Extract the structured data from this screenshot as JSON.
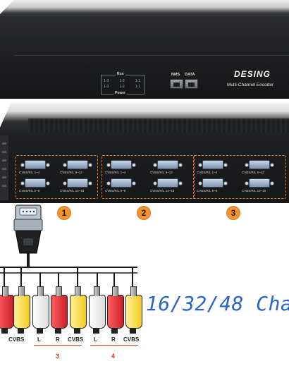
{
  "front_panel": {
    "run_label": "Run",
    "power_label": "Power",
    "leds_row1": [
      "1-3",
      "1-2",
      "1-1"
    ],
    "leds_row2": [
      "1-3",
      "1-2",
      "1-1"
    ],
    "nms_label": "NMS",
    "data_label": "DATA",
    "brand": "DESING",
    "product_name": "Multi-Channel Encoder"
  },
  "rear_panel": {
    "cards": [
      {
        "number": "1",
        "ports": [
          "CVBS/R/L 1~4",
          "CVBS/R/L 9~12",
          "CVBS/R/L 5~8",
          "CVBS/R/L 13~16"
        ]
      },
      {
        "number": "2",
        "ports": [
          "CVBS/R/L 1~4",
          "CVBS/R/L 9~12",
          "CVBS/R/L 5~8",
          "CVBS/R/L 13~16"
        ]
      },
      {
        "number": "3",
        "ports": [
          "CVBS/R/L 1~4",
          "CVBS/R/L 9~12",
          "CVBS/R/L 5~8",
          "CVBS/R/L 13~16"
        ]
      }
    ]
  },
  "cable": {
    "pin_labels": {
      "left": "L",
      "right": "R",
      "video": "CVBS"
    },
    "groups": [
      "3",
      "4"
    ]
  },
  "headline": "16/32/48 Cha",
  "colors": {
    "card_border": "#e2761f",
    "badge": "#f29334",
    "group_number": "#e0301e",
    "headline": "#2a64c8",
    "rca_white": "#f0f0f0",
    "rca_red": "#e0303a",
    "rca_yellow": "#f6dc3e"
  }
}
